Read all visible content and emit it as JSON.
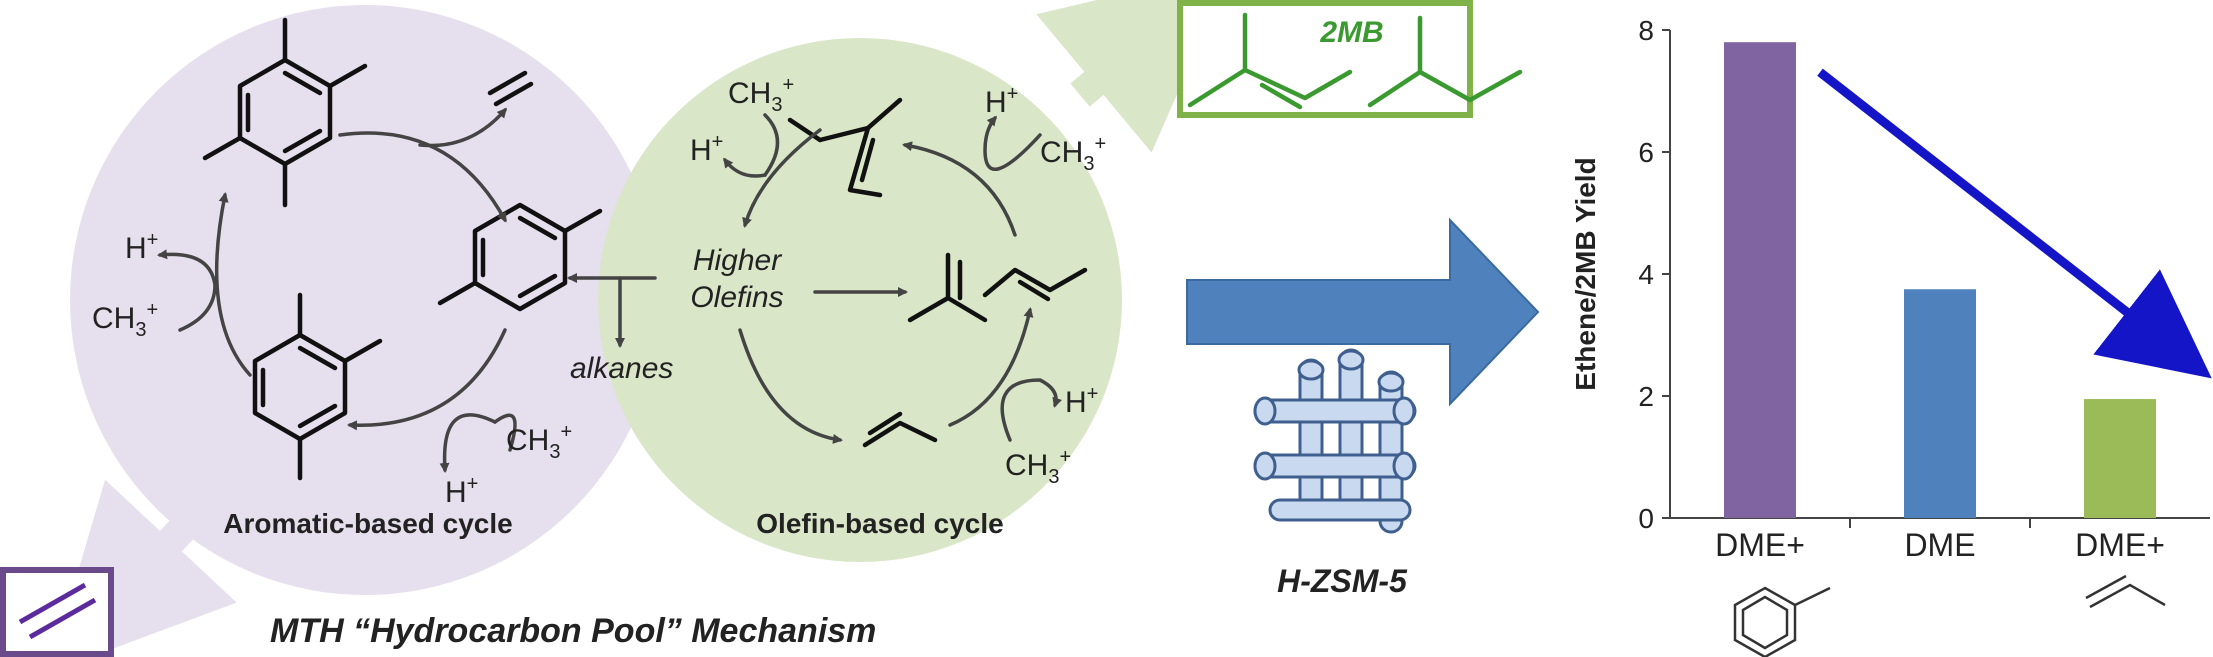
{
  "labels": {
    "ch3": "CH",
    "ch3_sup": "3",
    "ch3_plus": "+",
    "h": "H",
    "h_plus": "+",
    "higher": "Higher",
    "olefins": "Olefins",
    "alkanes": "alkanes",
    "aromatic_cycle": "Aromatic-based cycle",
    "olefin_cycle": "Olefin-based cycle",
    "mechanism_title": "MTH “Hydrocarbon Pool” Mechanism",
    "catalyst": "H-ZSM-5",
    "product_2mb": "2MB"
  },
  "colors": {
    "aromatic_bg": "#e5dfee",
    "olefin_bg": "#d9e6c7",
    "big_arrow": "#4f81bd",
    "trend_arrow": "#1515c8",
    "box_purple": "#6b4a8c",
    "box_green": "#7fb34a"
  },
  "chart_data": {
    "type": "bar",
    "categories": [
      "DME+",
      "DME",
      "DME+"
    ],
    "category_icons": [
      "toluene-icon",
      "",
      "ethene-icon"
    ],
    "values": [
      7.8,
      3.75,
      1.95
    ],
    "bar_colors": [
      "#8064a2",
      "#4f81bd",
      "#9bbb59"
    ],
    "ylabel": "Ethene/2MB Yield",
    "ylim": [
      0,
      8
    ],
    "yticks": [
      0,
      2,
      4,
      6,
      8
    ],
    "grid": false,
    "annotation": "downward trend arrow"
  }
}
